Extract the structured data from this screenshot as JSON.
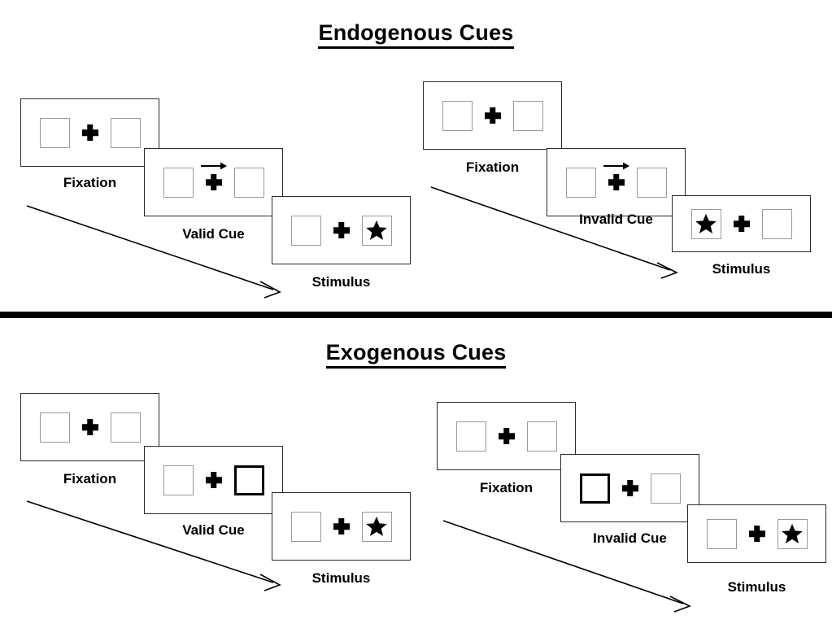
{
  "sections": [
    {
      "id": "endogenous",
      "title": "Endogenous Cues",
      "columns": [
        {
          "id": "endogenous-valid",
          "steps": [
            {
              "label": "Fixation",
              "cue": "none",
              "left_content": "empty",
              "right_content": "empty",
              "left_cued": false,
              "right_cued": false
            },
            {
              "label": "Valid Cue",
              "cue": "arrow-right",
              "left_content": "empty",
              "right_content": "empty",
              "left_cued": false,
              "right_cued": false
            },
            {
              "label": "Stimulus",
              "cue": "none",
              "left_content": "empty",
              "right_content": "star",
              "left_cued": false,
              "right_cued": false
            }
          ]
        },
        {
          "id": "endogenous-invalid",
          "steps": [
            {
              "label": "Fixation",
              "cue": "none",
              "left_content": "empty",
              "right_content": "empty",
              "left_cued": false,
              "right_cued": false
            },
            {
              "label": "Invalid Cue",
              "cue": "arrow-right",
              "left_content": "empty",
              "right_content": "empty",
              "left_cued": false,
              "right_cued": false
            },
            {
              "label": "Stimulus",
              "cue": "none",
              "left_content": "star",
              "right_content": "empty",
              "left_cued": false,
              "right_cued": false
            }
          ]
        }
      ]
    },
    {
      "id": "exogenous",
      "title": "Exogenous Cues",
      "columns": [
        {
          "id": "exogenous-valid",
          "steps": [
            {
              "label": "Fixation",
              "cue": "none",
              "left_content": "empty",
              "right_content": "empty",
              "left_cued": false,
              "right_cued": false
            },
            {
              "label": "Valid Cue",
              "cue": "none",
              "left_content": "empty",
              "right_content": "empty",
              "left_cued": false,
              "right_cued": true
            },
            {
              "label": "Stimulus",
              "cue": "none",
              "left_content": "empty",
              "right_content": "star",
              "left_cued": false,
              "right_cued": false
            }
          ]
        },
        {
          "id": "exogenous-invalid",
          "steps": [
            {
              "label": "Fixation",
              "cue": "none",
              "left_content": "empty",
              "right_content": "empty",
              "left_cued": false,
              "right_cued": false
            },
            {
              "label": "Invalid Cue",
              "cue": "none",
              "left_content": "empty",
              "right_content": "empty",
              "left_cued": true,
              "right_cued": false
            },
            {
              "label": "Stimulus",
              "cue": "none",
              "left_content": "empty",
              "right_content": "star",
              "left_cued": false,
              "right_cued": false
            }
          ]
        }
      ]
    }
  ],
  "icons": {
    "star": "star-icon",
    "fixation": "fixation-cross-icon",
    "cue_arrow": "arrow-right-icon",
    "flow_arrow": "diagonal-flow-arrow-icon",
    "divider": "section-divider"
  },
  "colors": {
    "ink": "#000000",
    "frame_border": "#2a2a2a",
    "square_border": "#9a9a9a",
    "cued_square_border": "#000000",
    "background": "#ffffff"
  },
  "labels": {
    "endogenous_valid": {
      "fixation": "Fixation",
      "cue": "Valid Cue",
      "stimulus": "Stimulus"
    },
    "endogenous_invalid": {
      "fixation": "Fixation",
      "cue": "Invalid Cue",
      "stimulus": "Stimulus"
    },
    "exogenous_valid": {
      "fixation": "Fixation",
      "cue": "Valid Cue",
      "stimulus": "Stimulus"
    },
    "exogenous_invalid": {
      "fixation": "Fixation",
      "cue": "Invalid Cue",
      "stimulus": "Stimulus"
    }
  }
}
